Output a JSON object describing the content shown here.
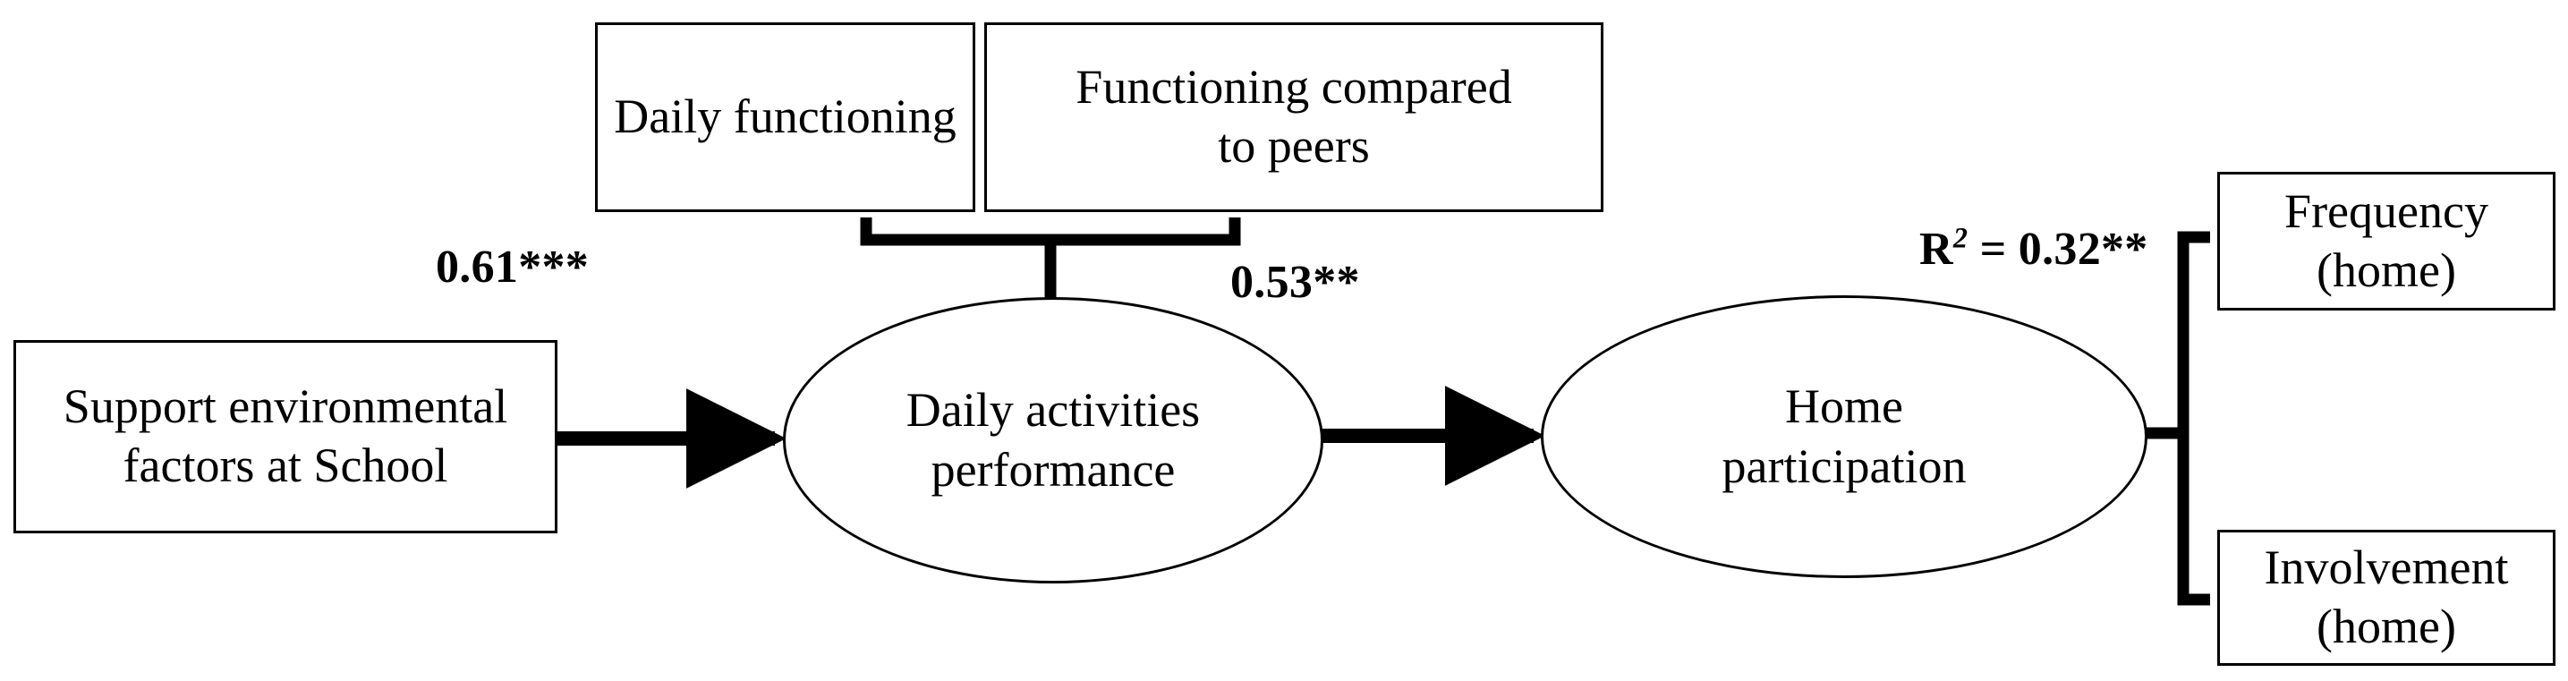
{
  "diagram": {
    "title": "Mediation path model: support environmental factors at school, daily activities performance, and home participation",
    "nodes": {
      "daily_functioning": {
        "label": "Daily functioning",
        "shape": "rectangle"
      },
      "functioning_compared_to_peers": {
        "label": "Functioning compared\nto peers",
        "shape": "rectangle"
      },
      "support_environmental_factors": {
        "label": "Support environmental\nfactors at School",
        "shape": "rectangle"
      },
      "daily_activities_performance": {
        "label": "Daily activities\nperformance",
        "shape": "ellipse"
      },
      "home_participation": {
        "label": "Home\nparticipation",
        "shape": "ellipse"
      },
      "frequency_home": {
        "label": "Frequency\n(home)",
        "shape": "rectangle"
      },
      "involvement_home": {
        "label": "Involvement\n(home)",
        "shape": "rectangle"
      }
    },
    "edge_labels": {
      "support_to_daily_activities": {
        "text": "0.61***",
        "coefficient": 0.61,
        "significance": "***"
      },
      "indicators_to_daily_activities": {
        "text": "0.53**",
        "coefficient": 0.53,
        "significance": "**"
      },
      "home_participation_r_squared": {
        "prefix": "R",
        "superscript": "2",
        "suffix": " = 0.32**",
        "value": 0.32,
        "significance": "**"
      }
    },
    "colors": {
      "stroke": "#000000",
      "fill": "#ffffff",
      "text": "#000000"
    }
  }
}
